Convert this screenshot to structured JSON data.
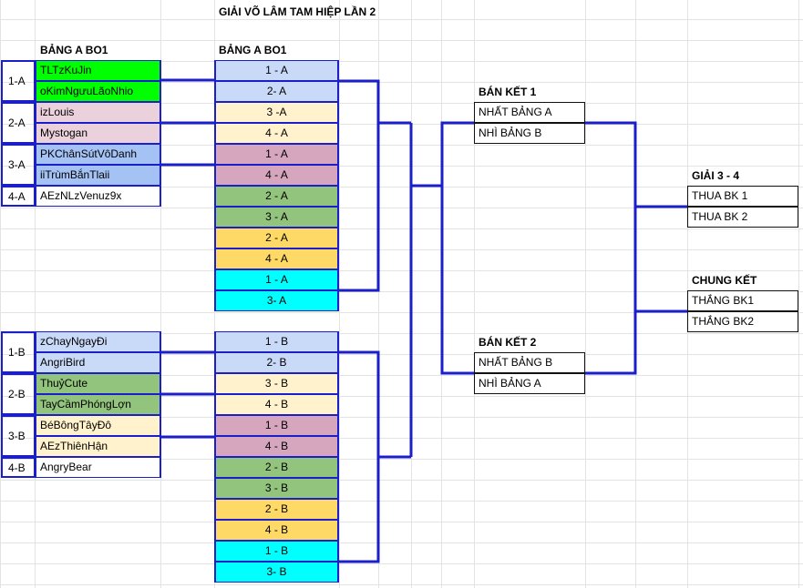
{
  "title": "GIẢI VÕ LÂM TAM HIỆP LẦN 2",
  "group_header": "BẢNG A BO1",
  "slots_header": "BẢNG A BO1",
  "colors": {
    "blue": "#c9daf8",
    "green": "#00ff00",
    "pink": "#ead1dc",
    "mauve": "#d5a6bd",
    "ltblue": "#a4c2f4",
    "olive": "#93c47d",
    "cream": "#fff2cc",
    "yellow": "#ffd966",
    "cyan": "#00ffff",
    "white": "#ffffff",
    "line": "#1a1fc9"
  },
  "groups_a": [
    {
      "label": "1-A",
      "teams": [
        {
          "name": "TLTzKuJin",
          "color": "green"
        },
        {
          "name": "oKimNgưuLãoNhio",
          "color": "green"
        }
      ]
    },
    {
      "label": "2-A",
      "teams": [
        {
          "name": "izLouis",
          "color": "pink"
        },
        {
          "name": "Mystogan",
          "color": "pink"
        }
      ]
    },
    {
      "label": "3-A",
      "teams": [
        {
          "name": "PKChânSútVôDanh",
          "color": "ltblue"
        },
        {
          "name": "iiTrùmBắnTlaii",
          "color": "ltblue"
        }
      ]
    },
    {
      "label": "4-A",
      "teams": [
        {
          "name": "AEzNLzVenuz9x",
          "color": "white"
        }
      ]
    }
  ],
  "groups_b": [
    {
      "label": "1-B",
      "teams": [
        {
          "name": "zChayNgayĐi",
          "color": "blue"
        },
        {
          "name": "AngriBird",
          "color": "blue"
        }
      ]
    },
    {
      "label": "2-B",
      "teams": [
        {
          "name": "ThuỷCute",
          "color": "olive"
        },
        {
          "name": "TayCầmPhóngLợn",
          "color": "olive"
        }
      ]
    },
    {
      "label": "3-B",
      "teams": [
        {
          "name": "BéBôngTâyĐô",
          "color": "cream"
        },
        {
          "name": "AEzThiênHận",
          "color": "cream"
        }
      ]
    },
    {
      "label": "4-B",
      "teams": [
        {
          "name": "AngryBear",
          "color": "white"
        }
      ]
    }
  ],
  "slots_a": [
    {
      "label": "1 - A",
      "color": "blue"
    },
    {
      "label": "2- A",
      "color": "blue"
    },
    {
      "label": "3 -A",
      "color": "cream"
    },
    {
      "label": "4 - A",
      "color": "cream"
    },
    {
      "label": "1 - A",
      "color": "mauve"
    },
    {
      "label": "4 - A",
      "color": "mauve"
    },
    {
      "label": "2 - A",
      "color": "olive"
    },
    {
      "label": "3 - A",
      "color": "olive"
    },
    {
      "label": "2 - A",
      "color": "yellow"
    },
    {
      "label": "4 - A",
      "color": "yellow"
    },
    {
      "label": "1 - A",
      "color": "cyan"
    },
    {
      "label": "3- A",
      "color": "cyan"
    }
  ],
  "slots_b": [
    {
      "label": "1 - B",
      "color": "blue"
    },
    {
      "label": "2- B",
      "color": "blue"
    },
    {
      "label": "3 - B",
      "color": "cream"
    },
    {
      "label": "4 - B",
      "color": "cream"
    },
    {
      "label": "1 - B",
      "color": "mauve"
    },
    {
      "label": "4 - B",
      "color": "mauve"
    },
    {
      "label": "2 - B",
      "color": "olive"
    },
    {
      "label": "3 - B",
      "color": "olive"
    },
    {
      "label": "2 - B",
      "color": "yellow"
    },
    {
      "label": "4 - B",
      "color": "yellow"
    },
    {
      "label": "1 - B",
      "color": "cyan"
    },
    {
      "label": "3- B",
      "color": "cyan"
    }
  ],
  "semi1": {
    "title": "BÁN KẾT 1",
    "rows": [
      "NHẤT BẢNG A",
      "NHÌ BẢNG B"
    ]
  },
  "semi2": {
    "title": "BÁN KẾT 2",
    "rows": [
      "NHẤT BẢNG B",
      "NHÌ BẢNG A"
    ]
  },
  "third": {
    "title": "GIẢI 3 - 4",
    "rows": [
      "THUA BK 1",
      "THUA BK 2"
    ]
  },
  "final": {
    "title": "CHUNG KẾT",
    "rows": [
      "THẮNG BK1",
      "THẮNG BK2"
    ]
  }
}
